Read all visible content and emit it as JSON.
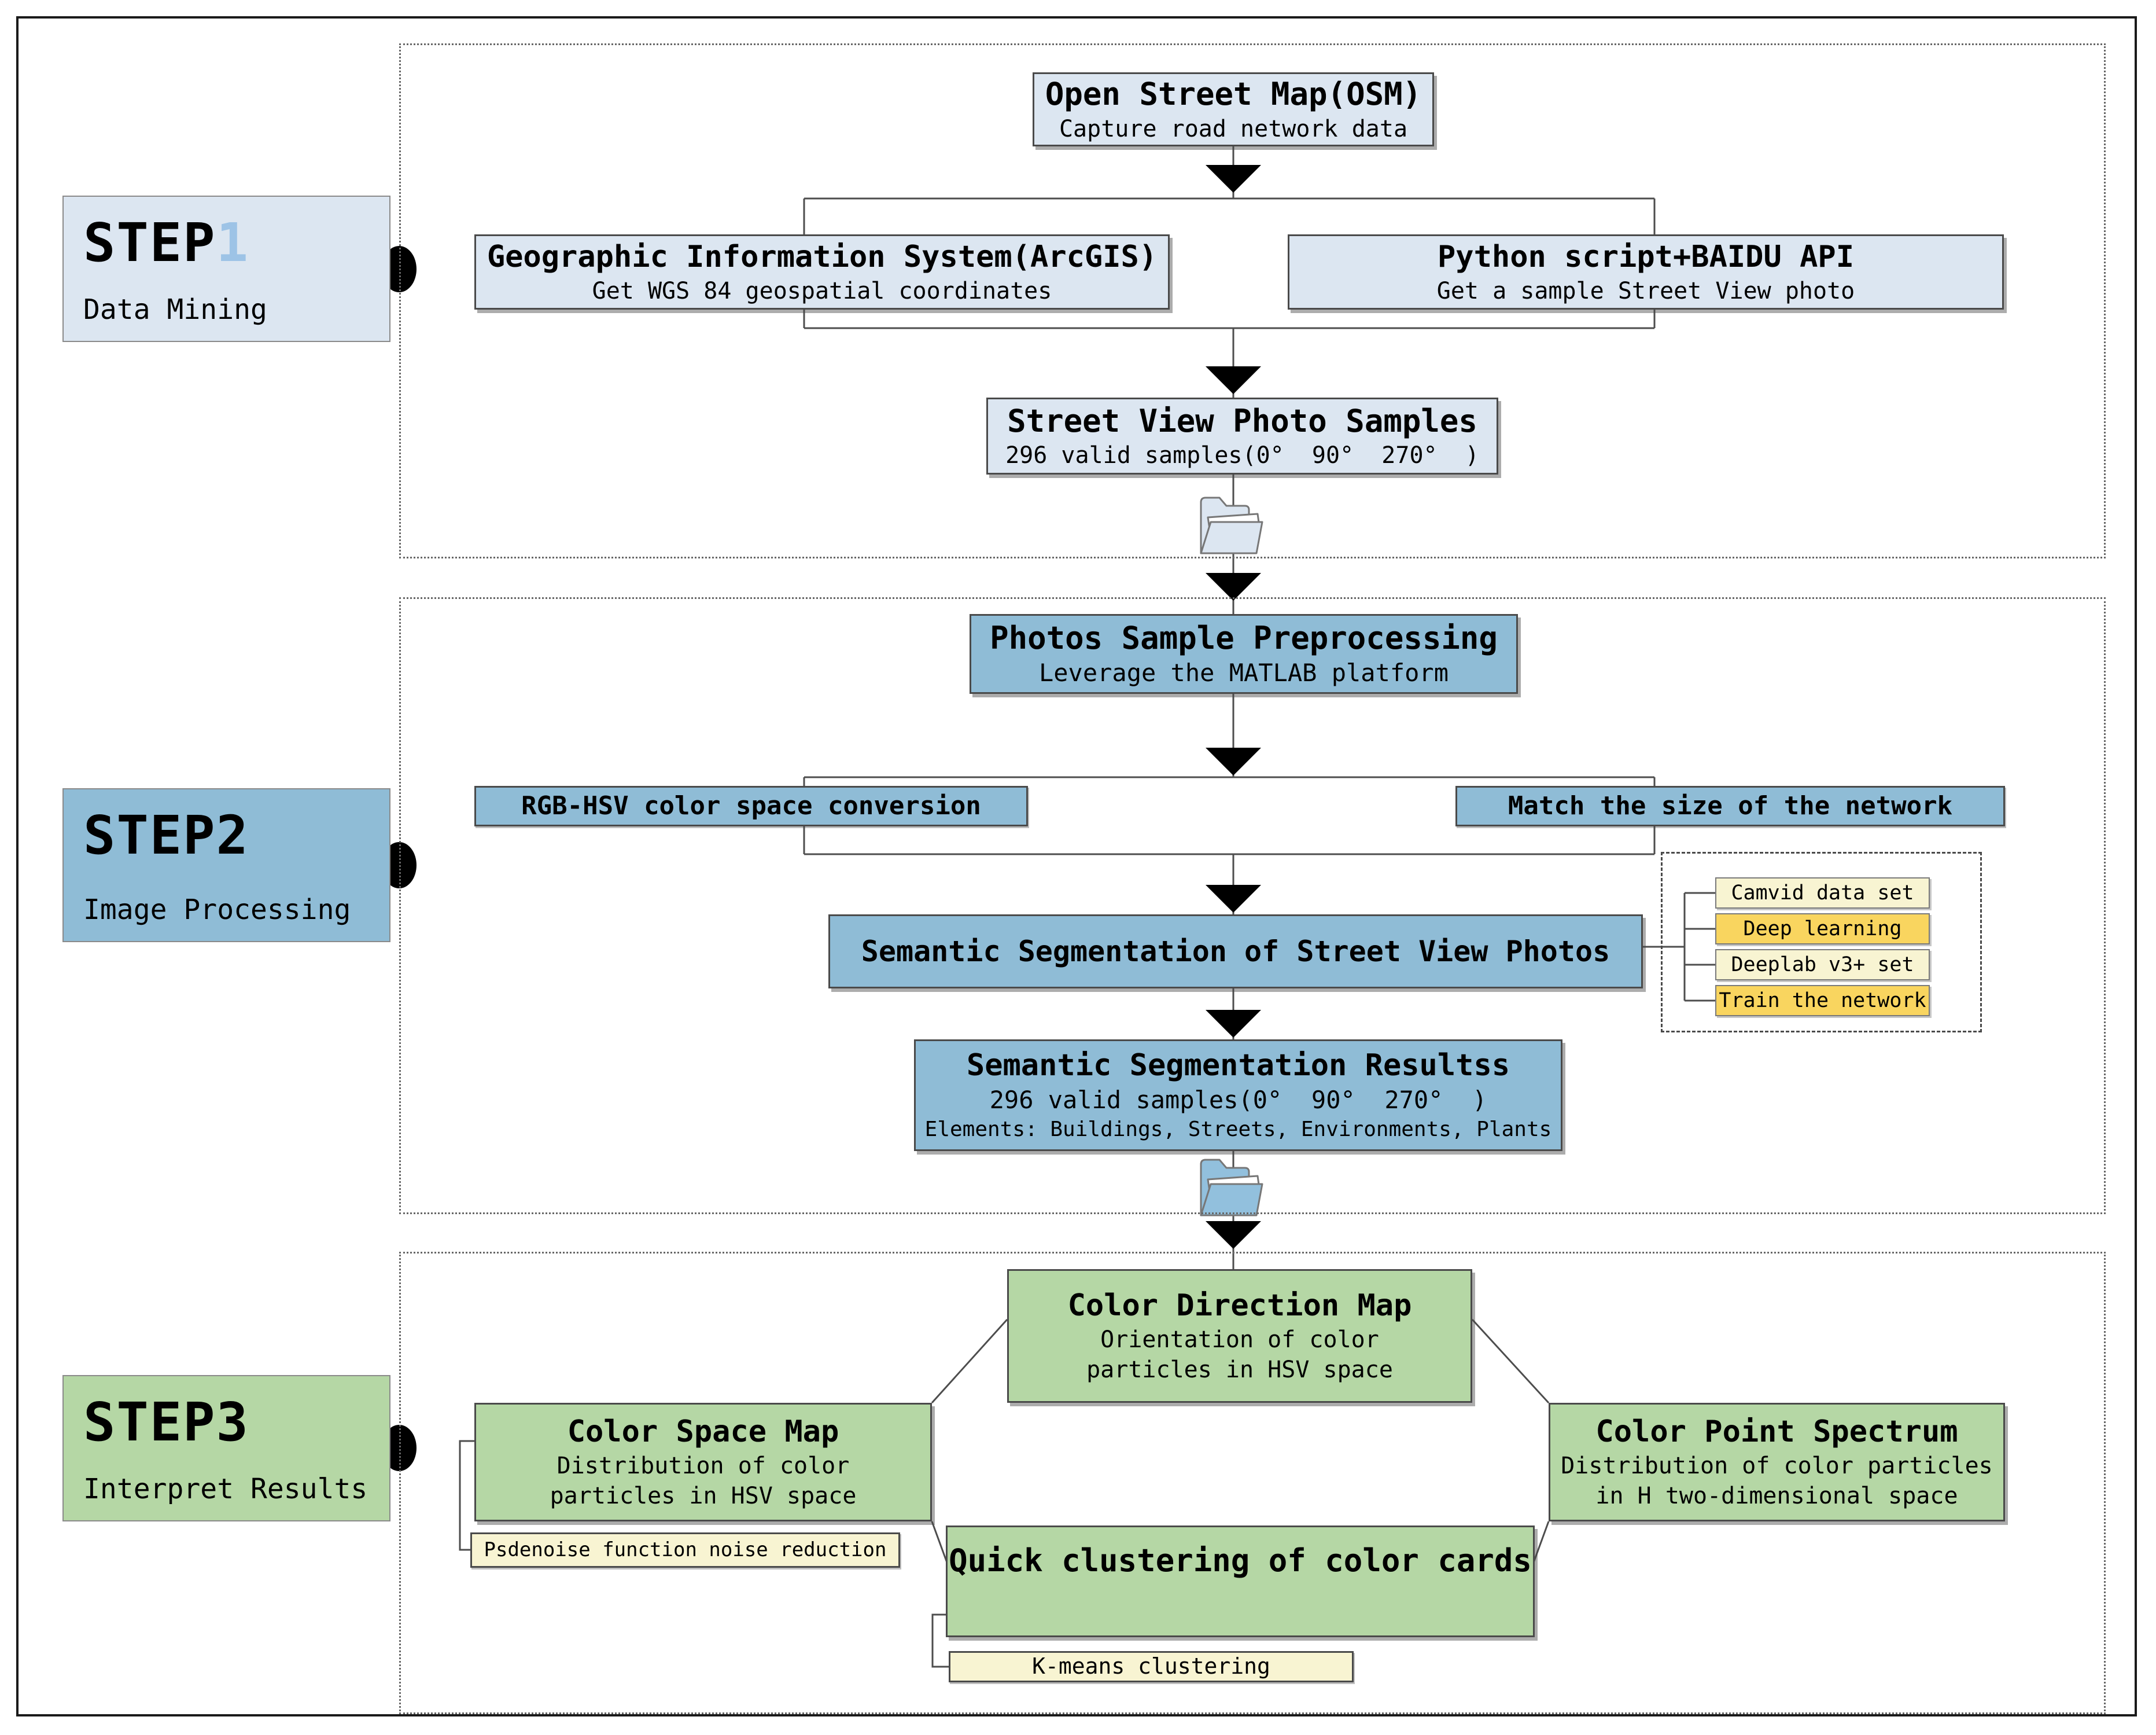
{
  "palette": {
    "step1_fill": "#dce6f1",
    "step2_fill": "#8fbcd6",
    "step3_fill": "#b5d7a5",
    "pale_yellow": "#f8f4d2",
    "gold_yellow": "#f9d55f",
    "accent_step_number": "#9dc3e6",
    "connector_line": "#4d4d4d",
    "folder1_fill": "#dce6f1",
    "folder2_fill": "#92c0dd"
  },
  "steps": {
    "step1": {
      "title_prefix": "STEP",
      "title_number": "1",
      "subtitle": "Data Mining"
    },
    "step2": {
      "title_prefix": "STEP2",
      "title_number": "",
      "subtitle": "Image Processing"
    },
    "step3": {
      "title_prefix": "STEP3",
      "title_number": "",
      "subtitle": "Interpret Results"
    }
  },
  "step1": {
    "osm_title": "Open Street Map(OSM)",
    "osm_subtitle": "Capture road network data",
    "arcgis_title": "Geographic Information System(ArcGIS)",
    "arcgis_subtitle": "Get WGS 84 geospatial coordinates",
    "python_title": "Python script+BAIDU API",
    "python_subtitle": "Get a sample Street View photo",
    "samples_title": "Street View Photo Samples",
    "samples_subtitle": "296 valid samples(0°  90°  270°  )"
  },
  "step2": {
    "preprocess_title": "Photos Sample Preprocessing",
    "preprocess_subtitle": "Leverage the MATLAB platform",
    "rgb_label": "RGB-HSV color space conversion",
    "match_label": "Match the size of the network",
    "semseg_label": "Semantic Segmentation of Street View Photos",
    "training": {
      "items": [
        {
          "label": "Camvid data set"
        },
        {
          "label": "Deep learning"
        },
        {
          "label": "Deeplab v3+ set"
        },
        {
          "label": "Train the network"
        }
      ]
    },
    "results_title": "Semantic Segmentation Resultss",
    "results_line2": "296 valid samples(0°  90°  270°  )",
    "results_line3": "Elements: Buildings, Streets, Environments, Plants"
  },
  "step3": {
    "direction_title": "Color Direction Map",
    "direction_sub1": "Orientation of color",
    "direction_sub2": "particles in HSV space",
    "space_title": "Color Space Map",
    "space_sub1": "Distribution of color",
    "space_sub2": "particles in HSV space",
    "spectrum_title": "Color Point Spectrum",
    "spectrum_sub1": "Distribution of color particles",
    "spectrum_sub2": "in H two-dimensional space",
    "clustering_label": "Quick clustering of color cards",
    "psdenoise_label": "Psdenoise function noise reduction",
    "kmeans_label": "K-means clustering"
  },
  "icons": {
    "folder1": "open-folder-icon",
    "folder2": "open-folder-icon"
  }
}
